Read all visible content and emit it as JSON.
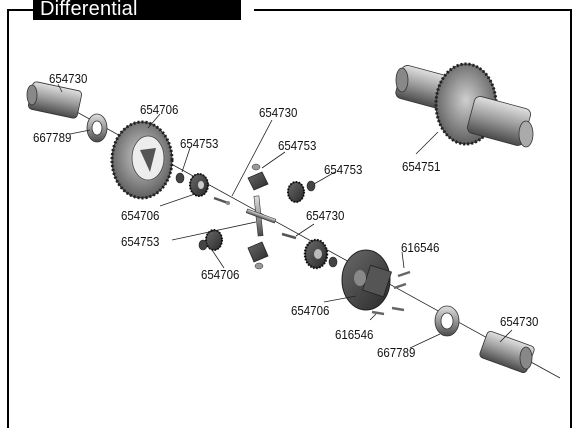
{
  "title": "Differential",
  "part_labels": [
    "654730",
    "667789",
    "654706",
    "654753",
    "654706",
    "654730",
    "654753",
    "654753",
    "654751",
    "654753",
    "654730",
    "654706",
    "616546",
    "654706",
    "616546",
    "667789",
    "654730"
  ],
  "colors": {
    "frame": "#000000",
    "title_bg": "#000000",
    "title_text": "#ffffff",
    "part_dark": "#3a3a3a",
    "part_mid": "#7a7a7a",
    "part_light": "#c8c8c8"
  }
}
